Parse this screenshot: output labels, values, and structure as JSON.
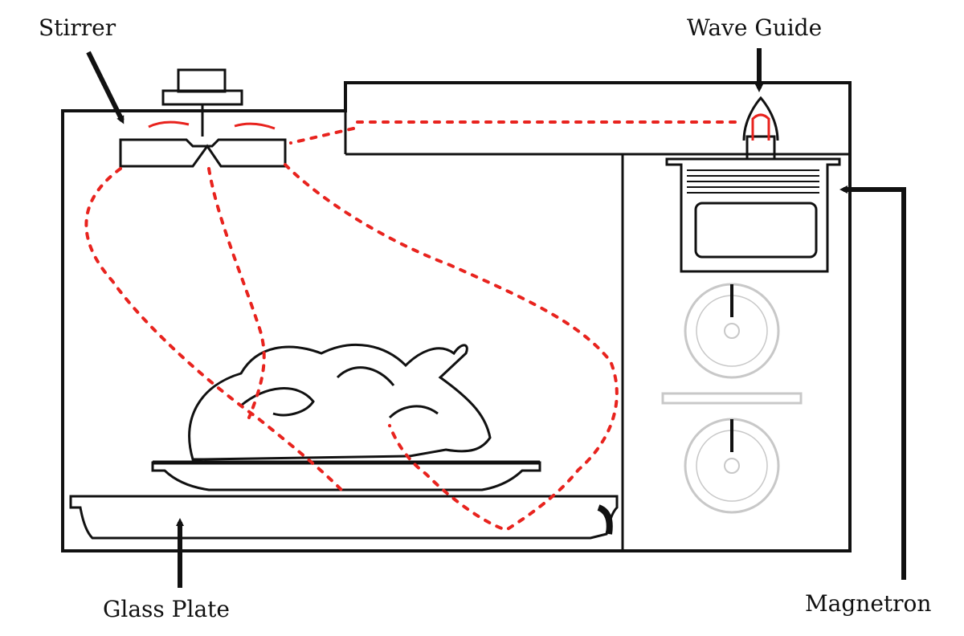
{
  "labels": {
    "stirrer": "Stirrer",
    "wave_guide": "Wave Guide",
    "glass_plate": "Glass Plate",
    "magnetron": "Magnetron"
  },
  "colors": {
    "outline": "#111111",
    "waves": "#e8231e",
    "dial": "#c8c8c8",
    "background": "#ffffff"
  }
}
